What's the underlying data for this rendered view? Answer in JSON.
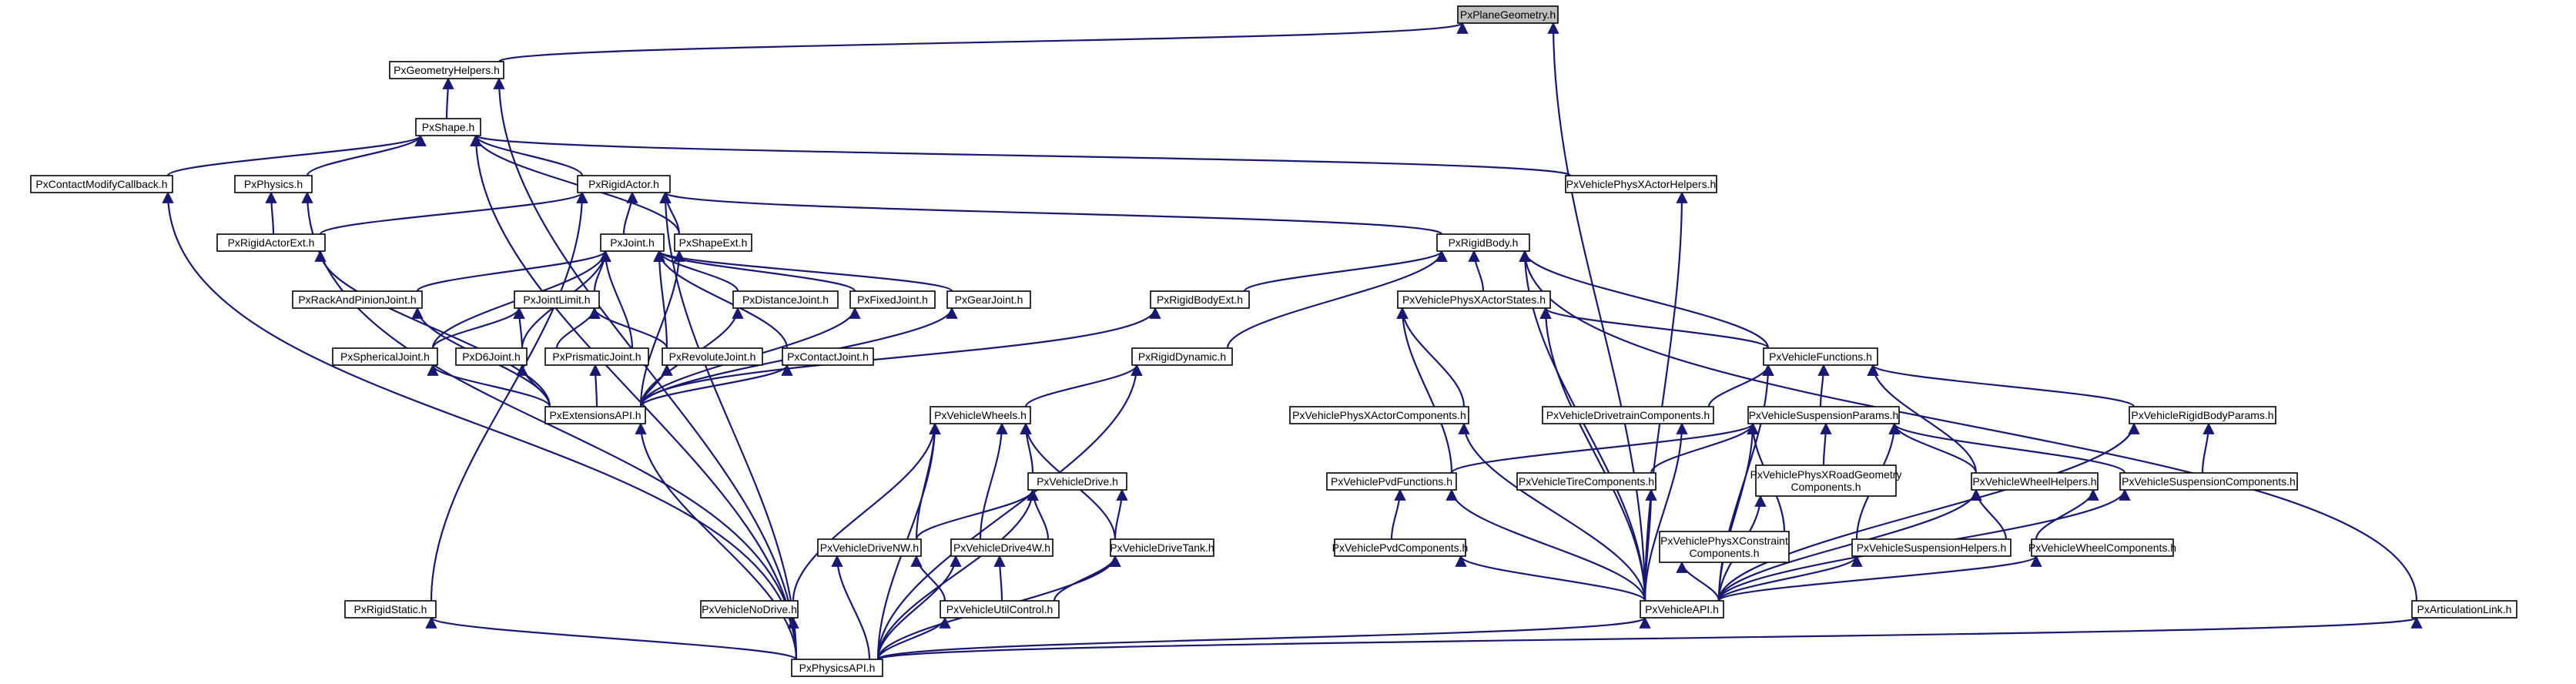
{
  "graph": {
    "root": "PxPlaneGeometry.h",
    "nodes": [
      {
        "id": "plane",
        "lines": [
          "PxPlaneGeometry.h"
        ],
        "root": true
      },
      {
        "id": "geomhelpers",
        "lines": [
          "PxGeometryHelpers.h"
        ]
      },
      {
        "id": "shape",
        "lines": [
          "PxShape.h"
        ]
      },
      {
        "id": "contactmodify",
        "lines": [
          "PxContactModifyCallback.h"
        ]
      },
      {
        "id": "physics",
        "lines": [
          "PxPhysics.h"
        ]
      },
      {
        "id": "rigidactor",
        "lines": [
          "PxRigidActor.h"
        ]
      },
      {
        "id": "vphysxactorhelpers",
        "lines": [
          "PxVehiclePhysXActorHelpers.h"
        ]
      },
      {
        "id": "rigidactorext",
        "lines": [
          "PxRigidActorExt.h"
        ]
      },
      {
        "id": "joint",
        "lines": [
          "PxJoint.h"
        ]
      },
      {
        "id": "shapeext",
        "lines": [
          "PxShapeExt.h"
        ]
      },
      {
        "id": "rigidbody",
        "lines": [
          "PxRigidBody.h"
        ]
      },
      {
        "id": "rackpinion",
        "lines": [
          "PxRackAndPinionJoint.h"
        ]
      },
      {
        "id": "jointlimit",
        "lines": [
          "PxJointLimit.h"
        ]
      },
      {
        "id": "distancejoint",
        "lines": [
          "PxDistanceJoint.h"
        ]
      },
      {
        "id": "fixedjoint",
        "lines": [
          "PxFixedJoint.h"
        ]
      },
      {
        "id": "gearjoint",
        "lines": [
          "PxGearJoint.h"
        ]
      },
      {
        "id": "rigidbodyext",
        "lines": [
          "PxRigidBodyExt.h"
        ]
      },
      {
        "id": "vphysxactorstates",
        "lines": [
          "PxVehiclePhysXActorStates.h"
        ]
      },
      {
        "id": "sphericaljoint",
        "lines": [
          "PxSphericalJoint.h"
        ]
      },
      {
        "id": "d6joint",
        "lines": [
          "PxD6Joint.h"
        ]
      },
      {
        "id": "prismaticjoint",
        "lines": [
          "PxPrismaticJoint.h"
        ]
      },
      {
        "id": "revolutejoint",
        "lines": [
          "PxRevoluteJoint.h"
        ]
      },
      {
        "id": "contactjoint",
        "lines": [
          "PxContactJoint.h"
        ]
      },
      {
        "id": "rigiddynamic",
        "lines": [
          "PxRigidDynamic.h"
        ]
      },
      {
        "id": "vfunctions",
        "lines": [
          "PxVehicleFunctions.h"
        ]
      },
      {
        "id": "extensionsapi",
        "lines": [
          "PxExtensionsAPI.h"
        ]
      },
      {
        "id": "vwheels",
        "lines": [
          "PxVehicleWheels.h"
        ]
      },
      {
        "id": "vphysxactorcomponents",
        "lines": [
          "PxVehiclePhysXActorComponents.h"
        ]
      },
      {
        "id": "vdrivetraincomponents",
        "lines": [
          "PxVehicleDrivetrainComponents.h"
        ]
      },
      {
        "id": "vsuspensionparams",
        "lines": [
          "PxVehicleSuspensionParams.h"
        ]
      },
      {
        "id": "vrigidbodyparams",
        "lines": [
          "PxVehicleRigidBodyParams.h"
        ]
      },
      {
        "id": "vdrive",
        "lines": [
          "PxVehicleDrive.h"
        ]
      },
      {
        "id": "vpvdfunctions",
        "lines": [
          "PxVehiclePvdFunctions.h"
        ]
      },
      {
        "id": "vtirecomponents",
        "lines": [
          "PxVehicleTireComponents.h"
        ]
      },
      {
        "id": "vphysxroadgeom",
        "lines": [
          "PxVehiclePhysXRoadGeometry",
          "Components.h"
        ]
      },
      {
        "id": "vwheelhelpers",
        "lines": [
          "PxVehicleWheelHelpers.h"
        ]
      },
      {
        "id": "vsuspensioncomponents",
        "lines": [
          "PxVehicleSuspensionComponents.h"
        ]
      },
      {
        "id": "vdrivenw",
        "lines": [
          "PxVehicleDriveNW.h"
        ]
      },
      {
        "id": "vdrive4w",
        "lines": [
          "PxVehicleDrive4W.h"
        ]
      },
      {
        "id": "vdrivetank",
        "lines": [
          "PxVehicleDriveTank.h"
        ]
      },
      {
        "id": "vpvdcomponents",
        "lines": [
          "PxVehiclePvdComponents.h"
        ]
      },
      {
        "id": "vphysxconstraint",
        "lines": [
          "PxVehiclePhysXConstraint",
          "Components.h"
        ]
      },
      {
        "id": "vsuspensionhelpers",
        "lines": [
          "PxVehicleSuspensionHelpers.h"
        ]
      },
      {
        "id": "vwheelcomponents",
        "lines": [
          "PxVehicleWheelComponents.h"
        ]
      },
      {
        "id": "rigidstatic",
        "lines": [
          "PxRigidStatic.h"
        ]
      },
      {
        "id": "vnodrive",
        "lines": [
          "PxVehicleNoDrive.h"
        ]
      },
      {
        "id": "vutilcontrol",
        "lines": [
          "PxVehicleUtilControl.h"
        ]
      },
      {
        "id": "vehicleapi",
        "lines": [
          "PxVehicleAPI.h"
        ]
      },
      {
        "id": "articulationlink",
        "lines": [
          "PxArticulationLink.h"
        ]
      },
      {
        "id": "physicsapi",
        "lines": [
          "PxPhysicsAPI.h"
        ]
      }
    ],
    "edges": [
      [
        "geomhelpers",
        "plane"
      ],
      [
        "vehicleapi",
        "plane"
      ],
      [
        "shape",
        "geomhelpers"
      ],
      [
        "physicsapi",
        "geomhelpers"
      ],
      [
        "contactmodify",
        "shape"
      ],
      [
        "physics",
        "shape"
      ],
      [
        "rigidactor",
        "shape"
      ],
      [
        "vphysxactorhelpers",
        "shape"
      ],
      [
        "shapeext",
        "shape"
      ],
      [
        "physicsapi",
        "shape"
      ],
      [
        "physicsapi",
        "contactmodify"
      ],
      [
        "rigidactorext",
        "physics"
      ],
      [
        "physicsapi",
        "physics"
      ],
      [
        "rigidactorext",
        "rigidactor"
      ],
      [
        "joint",
        "rigidactor"
      ],
      [
        "shapeext",
        "rigidactor"
      ],
      [
        "rigidbody",
        "rigidactor"
      ],
      [
        "rigidstatic",
        "rigidactor"
      ],
      [
        "physicsapi",
        "rigidactor"
      ],
      [
        "vehicleapi",
        "vphysxactorhelpers"
      ],
      [
        "extensionsapi",
        "rigidactorext"
      ],
      [
        "rackpinion",
        "joint"
      ],
      [
        "jointlimit",
        "joint"
      ],
      [
        "distancejoint",
        "joint"
      ],
      [
        "fixedjoint",
        "joint"
      ],
      [
        "gearjoint",
        "joint"
      ],
      [
        "sphericaljoint",
        "joint"
      ],
      [
        "d6joint",
        "joint"
      ],
      [
        "prismaticjoint",
        "joint"
      ],
      [
        "revolutejoint",
        "joint"
      ],
      [
        "contactjoint",
        "joint"
      ],
      [
        "extensionsapi",
        "shapeext"
      ],
      [
        "rigidbodyext",
        "rigidbody"
      ],
      [
        "vphysxactorstates",
        "rigidbody"
      ],
      [
        "rigiddynamic",
        "rigidbody"
      ],
      [
        "vfunctions",
        "rigidbody"
      ],
      [
        "articulationlink",
        "rigidbody"
      ],
      [
        "vehicleapi",
        "rigidbody"
      ],
      [
        "extensionsapi",
        "rackpinion"
      ],
      [
        "sphericaljoint",
        "jointlimit"
      ],
      [
        "d6joint",
        "jointlimit"
      ],
      [
        "prismaticjoint",
        "jointlimit"
      ],
      [
        "revolutejoint",
        "jointlimit"
      ],
      [
        "extensionsapi",
        "distancejoint"
      ],
      [
        "extensionsapi",
        "fixedjoint"
      ],
      [
        "extensionsapi",
        "gearjoint"
      ],
      [
        "extensionsapi",
        "rigidbodyext"
      ],
      [
        "vphysxactorcomponents",
        "vphysxactorstates"
      ],
      [
        "vfunctions",
        "vphysxactorstates"
      ],
      [
        "vpvdfunctions",
        "vphysxactorstates"
      ],
      [
        "vehicleapi",
        "vphysxactorstates"
      ],
      [
        "extensionsapi",
        "sphericaljoint"
      ],
      [
        "extensionsapi",
        "d6joint"
      ],
      [
        "extensionsapi",
        "prismaticjoint"
      ],
      [
        "extensionsapi",
        "revolutejoint"
      ],
      [
        "extensionsapi",
        "contactjoint"
      ],
      [
        "vwheels",
        "rigiddynamic"
      ],
      [
        "physicsapi",
        "rigiddynamic"
      ],
      [
        "vdrivetraincomponents",
        "vfunctions"
      ],
      [
        "vsuspensionparams",
        "vfunctions"
      ],
      [
        "vrigidbodyparams",
        "vfunctions"
      ],
      [
        "vwheelhelpers",
        "vfunctions"
      ],
      [
        "vehicleapi",
        "vfunctions"
      ],
      [
        "physicsapi",
        "extensionsapi"
      ],
      [
        "vnodrive",
        "vwheels"
      ],
      [
        "vdrive",
        "vwheels"
      ],
      [
        "vdrivenw",
        "vwheels"
      ],
      [
        "vdrive4w",
        "vwheels"
      ],
      [
        "vdrivetank",
        "vwheels"
      ],
      [
        "physicsapi",
        "vwheels"
      ],
      [
        "vehicleapi",
        "vphysxactorcomponents"
      ],
      [
        "vehicleapi",
        "vdrivetraincomponents"
      ],
      [
        "vpvdfunctions",
        "vsuspensionparams"
      ],
      [
        "vtirecomponents",
        "vsuspensionparams"
      ],
      [
        "vphysxroadgeom",
        "vsuspensionparams"
      ],
      [
        "vwheelhelpers",
        "vsuspensionparams"
      ],
      [
        "vsuspensioncomponents",
        "vsuspensionparams"
      ],
      [
        "vphysxconstraint",
        "vsuspensionparams"
      ],
      [
        "vsuspensionhelpers",
        "vsuspensionparams"
      ],
      [
        "vehicleapi",
        "vsuspensionparams"
      ],
      [
        "vsuspensioncomponents",
        "vrigidbodyparams"
      ],
      [
        "vehicleapi",
        "vrigidbodyparams"
      ],
      [
        "vdrivenw",
        "vdrive"
      ],
      [
        "vdrive4w",
        "vdrive"
      ],
      [
        "vdrivetank",
        "vdrive"
      ],
      [
        "physicsapi",
        "vdrive"
      ],
      [
        "vpvdcomponents",
        "vpvdfunctions"
      ],
      [
        "vehicleapi",
        "vpvdfunctions"
      ],
      [
        "vehicleapi",
        "vtirecomponents"
      ],
      [
        "vehicleapi",
        "vphysxroadgeom"
      ],
      [
        "vsuspensionhelpers",
        "vwheelhelpers"
      ],
      [
        "vwheelcomponents",
        "vwheelhelpers"
      ],
      [
        "vehicleapi",
        "vwheelhelpers"
      ],
      [
        "vehicleapi",
        "vsuspensioncomponents"
      ],
      [
        "vutilcontrol",
        "vdrivenw"
      ],
      [
        "physicsapi",
        "vdrivenw"
      ],
      [
        "vutilcontrol",
        "vdrive4w"
      ],
      [
        "physicsapi",
        "vdrive4w"
      ],
      [
        "vutilcontrol",
        "vdrivetank"
      ],
      [
        "physicsapi",
        "vdrivetank"
      ],
      [
        "vehicleapi",
        "vpvdcomponents"
      ],
      [
        "vehicleapi",
        "vphysxconstraint"
      ],
      [
        "vehicleapi",
        "vsuspensionhelpers"
      ],
      [
        "vehicleapi",
        "vwheelcomponents"
      ],
      [
        "physicsapi",
        "rigidstatic"
      ],
      [
        "physicsapi",
        "vnodrive"
      ],
      [
        "physicsapi",
        "vutilcontrol"
      ],
      [
        "physicsapi",
        "vehicleapi"
      ],
      [
        "physicsapi",
        "articulationlink"
      ]
    ]
  }
}
